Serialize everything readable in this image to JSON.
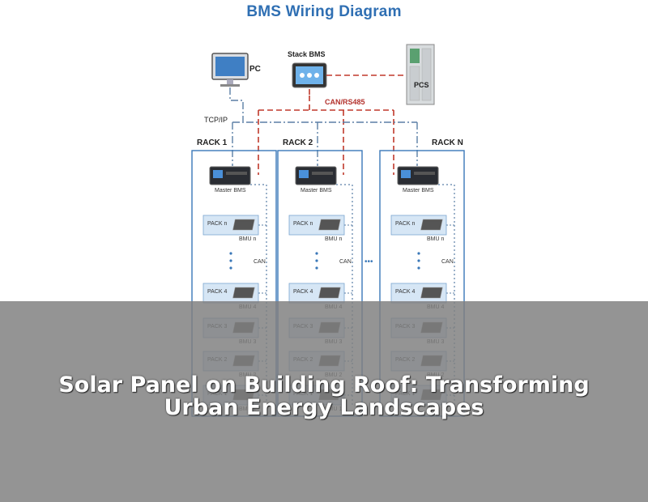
{
  "diagram": {
    "title": "BMS Wiring Diagram",
    "pc_label": "PC",
    "stack_bms_label": "Stack BMS",
    "pcs_label": "PCS",
    "canrs_label": "CAN/RS485",
    "tcpip_label": "TCP/IP",
    "ellipsis": "•••",
    "racks": [
      {
        "name": "RACK 1",
        "master_label": "Master BMS",
        "can_label": "CAN",
        "packs": [
          {
            "pack": "PACK  n",
            "bmu": "BMU  n"
          },
          {
            "pack": "PACK  4",
            "bmu": "BMU  4"
          },
          {
            "pack": "PACK  3",
            "bmu": "BMU  3"
          },
          {
            "pack": "PACK  2",
            "bmu": "BMU  2"
          },
          {
            "pack": "PACK  1",
            "bmu": "BMU  1"
          }
        ]
      },
      {
        "name": "RACK 2",
        "master_label": "Master BMS",
        "can_label": "CAN",
        "packs": [
          {
            "pack": "PACK  n",
            "bmu": "BMU  n"
          },
          {
            "pack": "PACK  4",
            "bmu": "BMU  4"
          },
          {
            "pack": "PACK  3",
            "bmu": "BMU  3"
          },
          {
            "pack": "PACK  2",
            "bmu": "BMU  2"
          },
          {
            "pack": "PACK  1",
            "bmu": "BMU  1"
          }
        ]
      },
      {
        "name": "RACK N",
        "master_label": "Master BMS",
        "can_label": "CAN",
        "packs": [
          {
            "pack": "PACK  n",
            "bmu": "BMU  n"
          },
          {
            "pack": "PACK  4",
            "bmu": "BMU  4"
          },
          {
            "pack": "PACK  3",
            "bmu": "BMU  3"
          },
          {
            "pack": "PACK  2",
            "bmu": "BMU  2"
          },
          {
            "pack": "PACK  1",
            "bmu": "BMU  1"
          }
        ]
      }
    ]
  },
  "caption": {
    "text": "Solar Panel on Building Roof: Transforming Urban Energy Landscapes"
  },
  "colors": {
    "title": "#2f6fb3",
    "rack_border": "#3a78b8",
    "pack_fill": "#d6e6f5",
    "can_red": "#c0392b",
    "tcp_blue": "#5b7fa6",
    "overlay": "#808080"
  }
}
